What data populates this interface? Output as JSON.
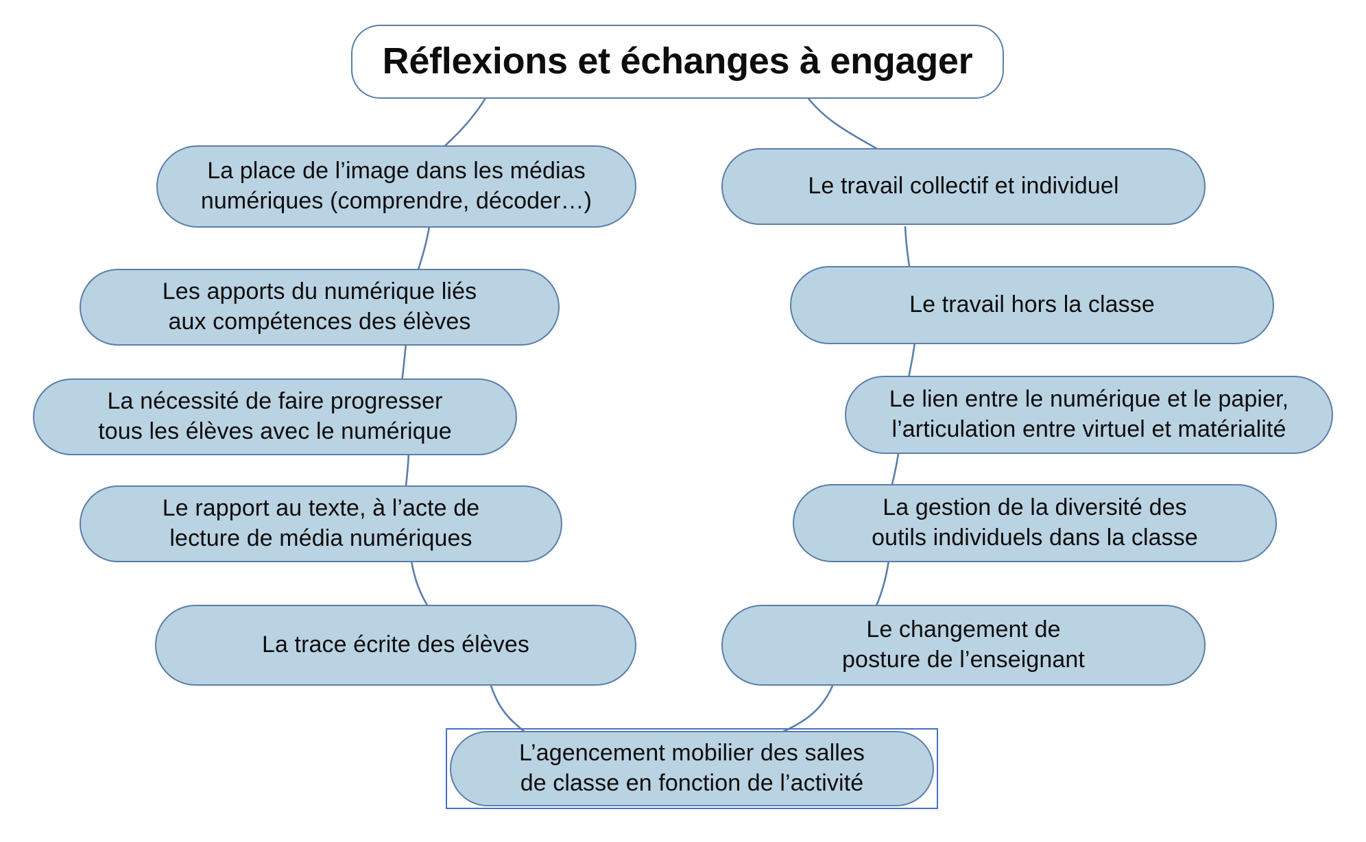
{
  "diagram": {
    "title": "Réflexions et échanges à engager",
    "type": "mind-map",
    "colors": {
      "node_fill": "#bad3e3",
      "node_border": "#5b7ea8",
      "root_fill": "#ffffff",
      "connector": "#5b7ea8",
      "selection_border": "#4472c4",
      "text": "#0d0d0d",
      "background": "#ffffff"
    },
    "root": {
      "id": "root",
      "label": "Réflexions et échanges à engager",
      "selected": false
    },
    "left_branch": [
      {
        "id": "left-1",
        "label": "La place de l’image dans les médias\nnumériques (comprendre, décoder…)",
        "selected": false
      },
      {
        "id": "left-2",
        "label": "Les apports du numérique liés\naux compétences des élèves",
        "selected": false
      },
      {
        "id": "left-3",
        "label": "La nécessité de faire progresser\ntous les élèves avec le numérique",
        "selected": false
      },
      {
        "id": "left-4",
        "label": "Le rapport au texte, à l’acte de\nlecture de média numériques",
        "selected": false
      },
      {
        "id": "left-5",
        "label": "La trace écrite des élèves",
        "selected": false
      }
    ],
    "right_branch": [
      {
        "id": "right-1",
        "label": "Le travail collectif et individuel",
        "selected": false
      },
      {
        "id": "right-2",
        "label": "Le travail hors la classe",
        "selected": false
      },
      {
        "id": "right-3",
        "label": "Le lien entre le numérique et le papier,\nl’articulation entre virtuel et matérialité",
        "selected": false
      },
      {
        "id": "right-4",
        "label": "La gestion de la diversité des\noutils individuels dans la classe",
        "selected": false
      },
      {
        "id": "right-5",
        "label": "Le changement de\nposture de l’enseignant",
        "selected": false
      }
    ],
    "bottom": {
      "id": "bottom-1",
      "label": "L’agencement mobilier des salles\nde classe en fonction de l’activité",
      "selected": true
    }
  }
}
